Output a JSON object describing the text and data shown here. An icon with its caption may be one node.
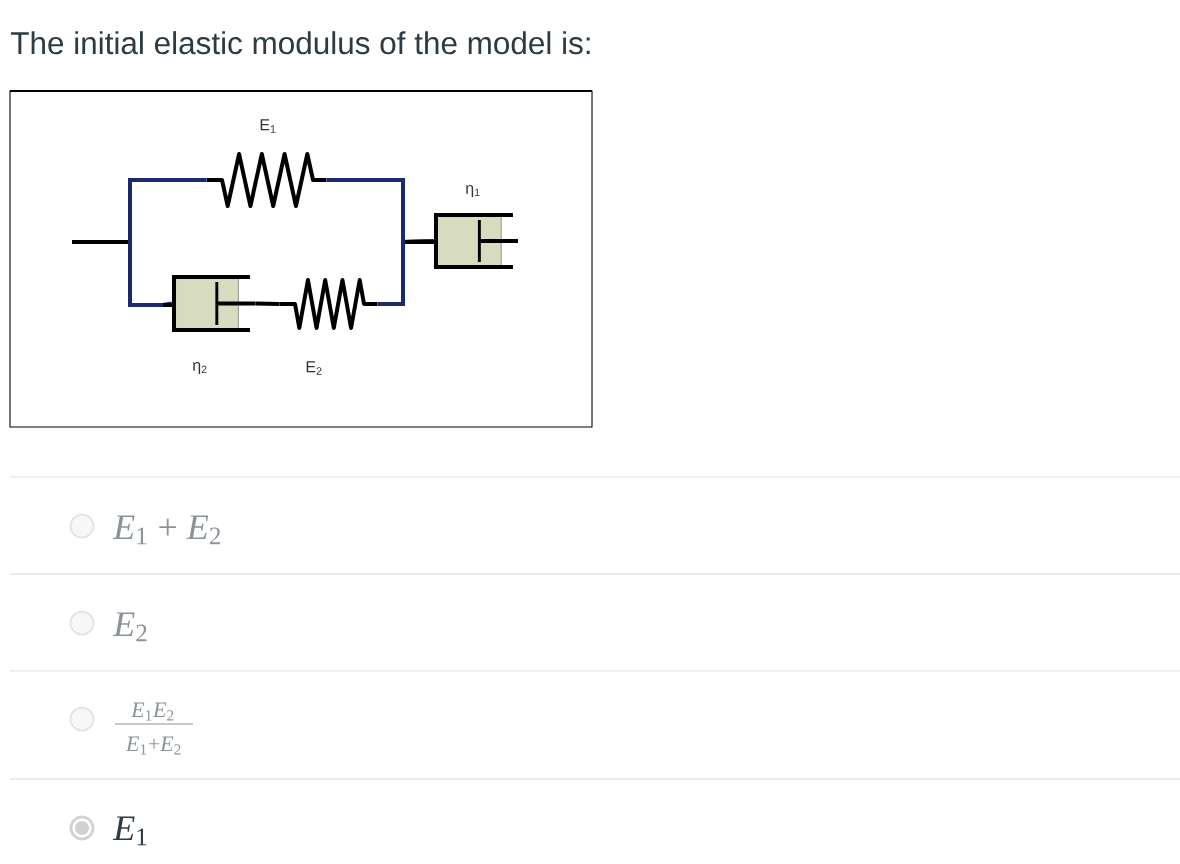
{
  "diagram": {
    "title": "The initial elastic modulus of the model is:",
    "nodes": [
      {
        "text": [],
        "shape": "spring",
        "beside": [
          "E$_{1}$"
        ]
      },
      {
        "text": [],
        "shape": "dashpot",
        "beside": [
          "η$_{1}$"
        ]
      },
      {
        "text": [],
        "shape": "dashpot",
        "beside": [
          "η$_{2}$"
        ]
      },
      {
        "text": [],
        "shape": "spring",
        "beside": [
          "E$_{2}$"
        ]
      }
    ],
    "edges": [
      {
        "from": null,
        "to": 0,
        "arrow": "none"
      },
      {
        "from": null,
        "to": 2,
        "arrow": "none"
      },
      {
        "from": 2,
        "to": 3,
        "arrow": "none",
        "color": "#000000"
      },
      {
        "from": 0,
        "to": 1,
        "arrow": "none"
      },
      {
        "from": 3,
        "to": 1,
        "arrow": "none"
      }
    ],
    "labels": [
      "*E*$_{1}$ + *E*$_{2}$",
      "*E*$_{2}$",
      "*E*$_{1}$*E*$_{2}$",
      "*E*$_{1}$+*E*$_{2}$",
      "*E*$_{1}$"
    ]
  }
}
